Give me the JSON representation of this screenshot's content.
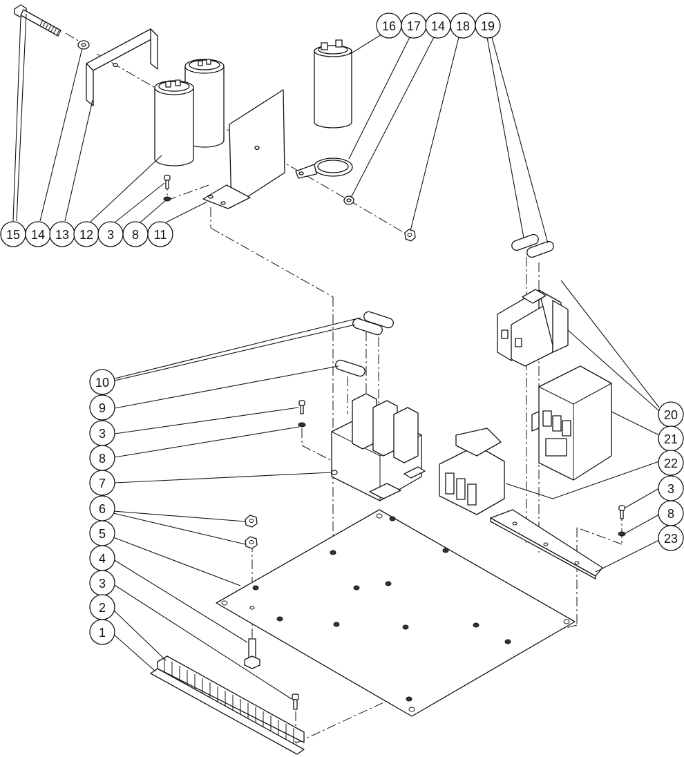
{
  "callouts": [
    {
      "id": "c15a",
      "label": "15"
    },
    {
      "id": "c14a",
      "label": "14"
    },
    {
      "id": "c13",
      "label": "13"
    },
    {
      "id": "c12",
      "label": "12"
    },
    {
      "id": "c3a",
      "label": "3"
    },
    {
      "id": "c8a",
      "label": "8"
    },
    {
      "id": "c11",
      "label": "11"
    },
    {
      "id": "c16",
      "label": "16"
    },
    {
      "id": "c17",
      "label": "17"
    },
    {
      "id": "c14b",
      "label": "14"
    },
    {
      "id": "c18",
      "label": "18"
    },
    {
      "id": "c19",
      "label": "19"
    },
    {
      "id": "c10",
      "label": "10"
    },
    {
      "id": "c9",
      "label": "9"
    },
    {
      "id": "c3b",
      "label": "3"
    },
    {
      "id": "c8b",
      "label": "8"
    },
    {
      "id": "c7",
      "label": "7"
    },
    {
      "id": "c6",
      "label": "6"
    },
    {
      "id": "c5",
      "label": "5"
    },
    {
      "id": "c4",
      "label": "4"
    },
    {
      "id": "c3c",
      "label": "3"
    },
    {
      "id": "c2",
      "label": "2"
    },
    {
      "id": "c1",
      "label": "1"
    },
    {
      "id": "c20",
      "label": "20"
    },
    {
      "id": "c21",
      "label": "21"
    },
    {
      "id": "c22",
      "label": "22"
    },
    {
      "id": "c3d",
      "label": "3"
    },
    {
      "id": "c8c",
      "label": "8"
    },
    {
      "id": "c23",
      "label": "23"
    }
  ]
}
